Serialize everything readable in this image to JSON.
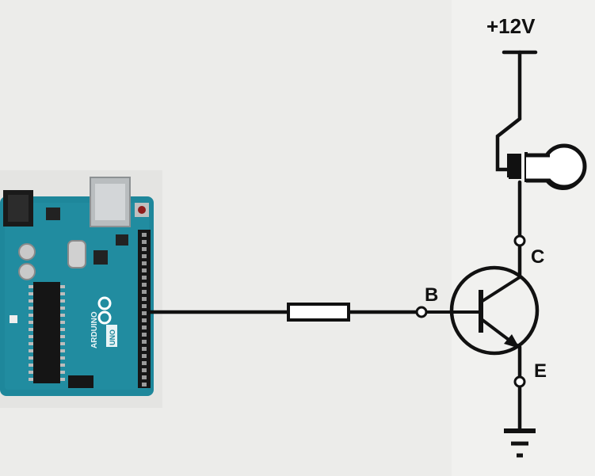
{
  "supply": {
    "label": "+12V"
  },
  "transistor": {
    "base": "B",
    "collector": "C",
    "emitter": "E"
  },
  "board": {
    "name": "Arduino",
    "silk_text": "ARDUINO",
    "model": "UNO"
  },
  "colors": {
    "background": "#ececea",
    "wire": "#111111",
    "board_green": "#1f8a9e",
    "board_dark": "#157487"
  },
  "icons": [
    "arduino-board-image",
    "lamp-icon",
    "resistor-symbol",
    "npn-transistor-symbol",
    "ground-symbol"
  ]
}
